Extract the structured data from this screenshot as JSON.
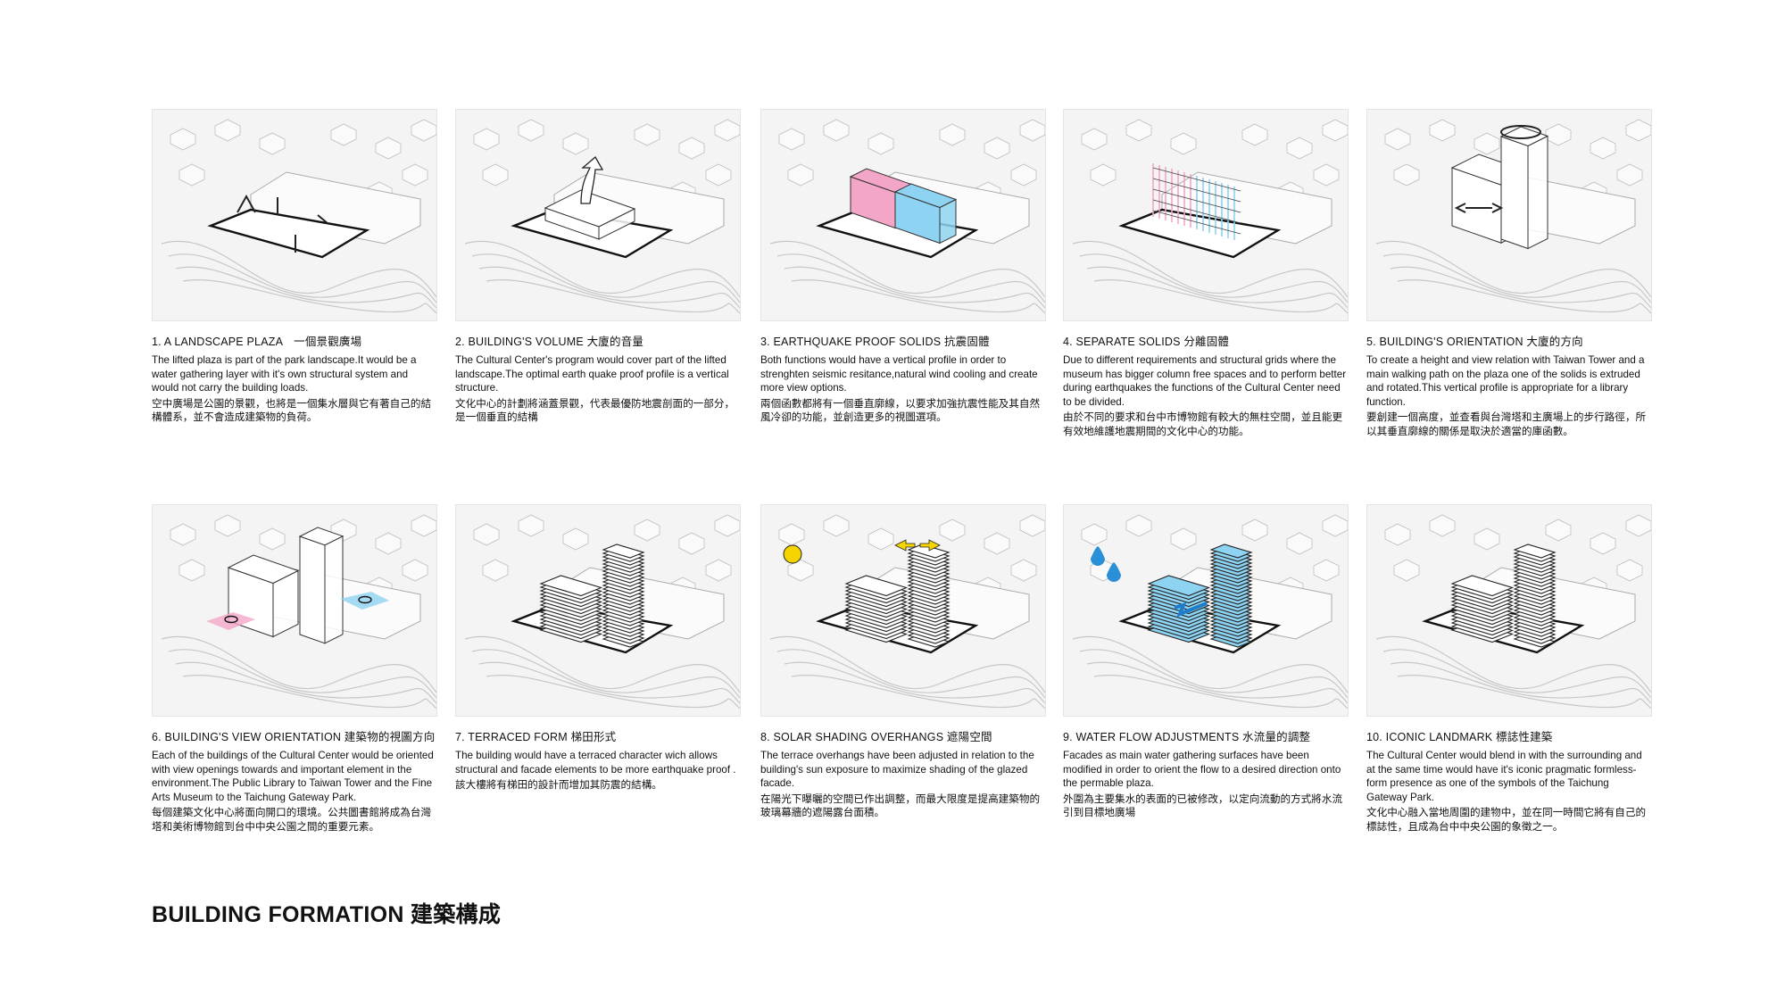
{
  "page": {
    "title": "BUILDING FORMATION 建築構成"
  },
  "panels": [
    {
      "title": "1. A LANDSCAPE PLAZA　一個景觀廣場",
      "en": "The lifted plaza is part of the park landscape.It would be a water gathering layer with it's own structural system and would not carry the building loads.",
      "zh": "空中廣場是公園的景觀，也將是一個集水層與它有著自己的結構體系，並不會造成建築物的負荷。",
      "illustration": "lifted-plaza-arrows"
    },
    {
      "title": "2. BUILDING'S VOLUME 大廈的音量",
      "en": "The Cultural Center's program would cover part of the lifted landscape.The optimal earth quake proof profile is a vertical structure.",
      "zh": "文化中心的計劃將涵蓋景觀，代表最優防地震剖面的一部分，是一個垂直的結構",
      "illustration": "volume-lift-arrow"
    },
    {
      "title": "3. EARTHQUAKE PROOF SOLIDS 抗震固體",
      "en": "Both functions would have a vertical profile in order to strenghten seismic resitance,natural wind cooling and create more view options.",
      "zh": "兩個函數都將有一個垂直廓線，以要求加強抗震性能及其自然風冷卻的功能，並創造更多的視圖選項。",
      "illustration": "pink-blue-solids"
    },
    {
      "title": "4. SEPARATE SOLIDS 分離固體",
      "en": "Due to different requirements and structural grids where the museum has bigger column free spaces and to perform better during earthquakes the functions of the Cultural Center need to be divided.",
      "zh": "由於不同的要求和台中市博物館有較大的無柱空間，並且能更有效地維護地震期間的文化中心的功能。",
      "illustration": "column-grids"
    },
    {
      "title": "5. BUILDING'S ORIENTATION 大廈的方向",
      "en": "To create a height and view relation with Taiwan Tower and a main walking path on the plaza one of the solids is extruded  and rotated.This vertical profile is appropriate for a library function.",
      "zh": "要創建一個高度，並查看與台灣塔和主廣場上的步行路徑，所以其垂直廓線的關係是取決於適當的庫函數。",
      "illustration": "extruded-rotated-tower"
    },
    {
      "title": "6. BUILDING'S VIEW ORIENTATION 建築物的視圖方向",
      "en": "Each of the buildings of the Cultural Center would be oriented with view openings towards and important element in the environment.The Public Library to Taiwan Tower and the Fine Arts Museum to the Taichung Gateway Park.",
      "zh": "每個建築文化中心將面向開口的環境。公共圖書館將成為台灣塔和美術博物館到台中中央公園之間的重要元素。",
      "illustration": "view-eyes"
    },
    {
      "title": "7. TERRACED FORM 梯田形式",
      "en": "The building would have a terraced character wich allows structural and facade elements to be more earthquake proof .",
      "zh": "該大樓將有梯田的設計而增加其防震的結構。",
      "illustration": "terraced-towers"
    },
    {
      "title": "8. SOLAR SHADING OVERHANGS 遮陽空間",
      "en": "The terrace overhangs have been  adjusted in relation to the building's sun exposure  to maximize shading of the glazed facade.",
      "zh": "在陽光下曝曬的空間已作出調整，而最大限度是提高建築物的玻璃幕牆的遮陽露台面積。",
      "illustration": "sun-shading"
    },
    {
      "title": "9. WATER FLOW ADJUSTMENTS 水流量的調整",
      "en": "Facades as  main water gathering surfaces have been modified in order to orient the flow to a desired direction onto the permable plaza.",
      "zh": "外圍為主要集水的表面的已被修改，以定向流動的方式將水流引到目標地廣場",
      "illustration": "water-flow"
    },
    {
      "title": "10. ICONIC LANDMARK 標誌性建築",
      "en": "The Cultural Center would blend in with the surrounding and at the same time would have it's iconic pragmatic formless-form presence as one of the symbols of the Taichung Gateway Park.",
      "zh": "文化中心融入當地周圍的建物中，並在同一時間它將有自己的標誌性，且成為台中中央公園的象徵之一。",
      "illustration": "final-landmark"
    }
  ],
  "colors": {
    "pink": "#f4a6c8",
    "blue": "#8ed3f1",
    "yellow": "#f5d400",
    "ink": "#111111"
  }
}
